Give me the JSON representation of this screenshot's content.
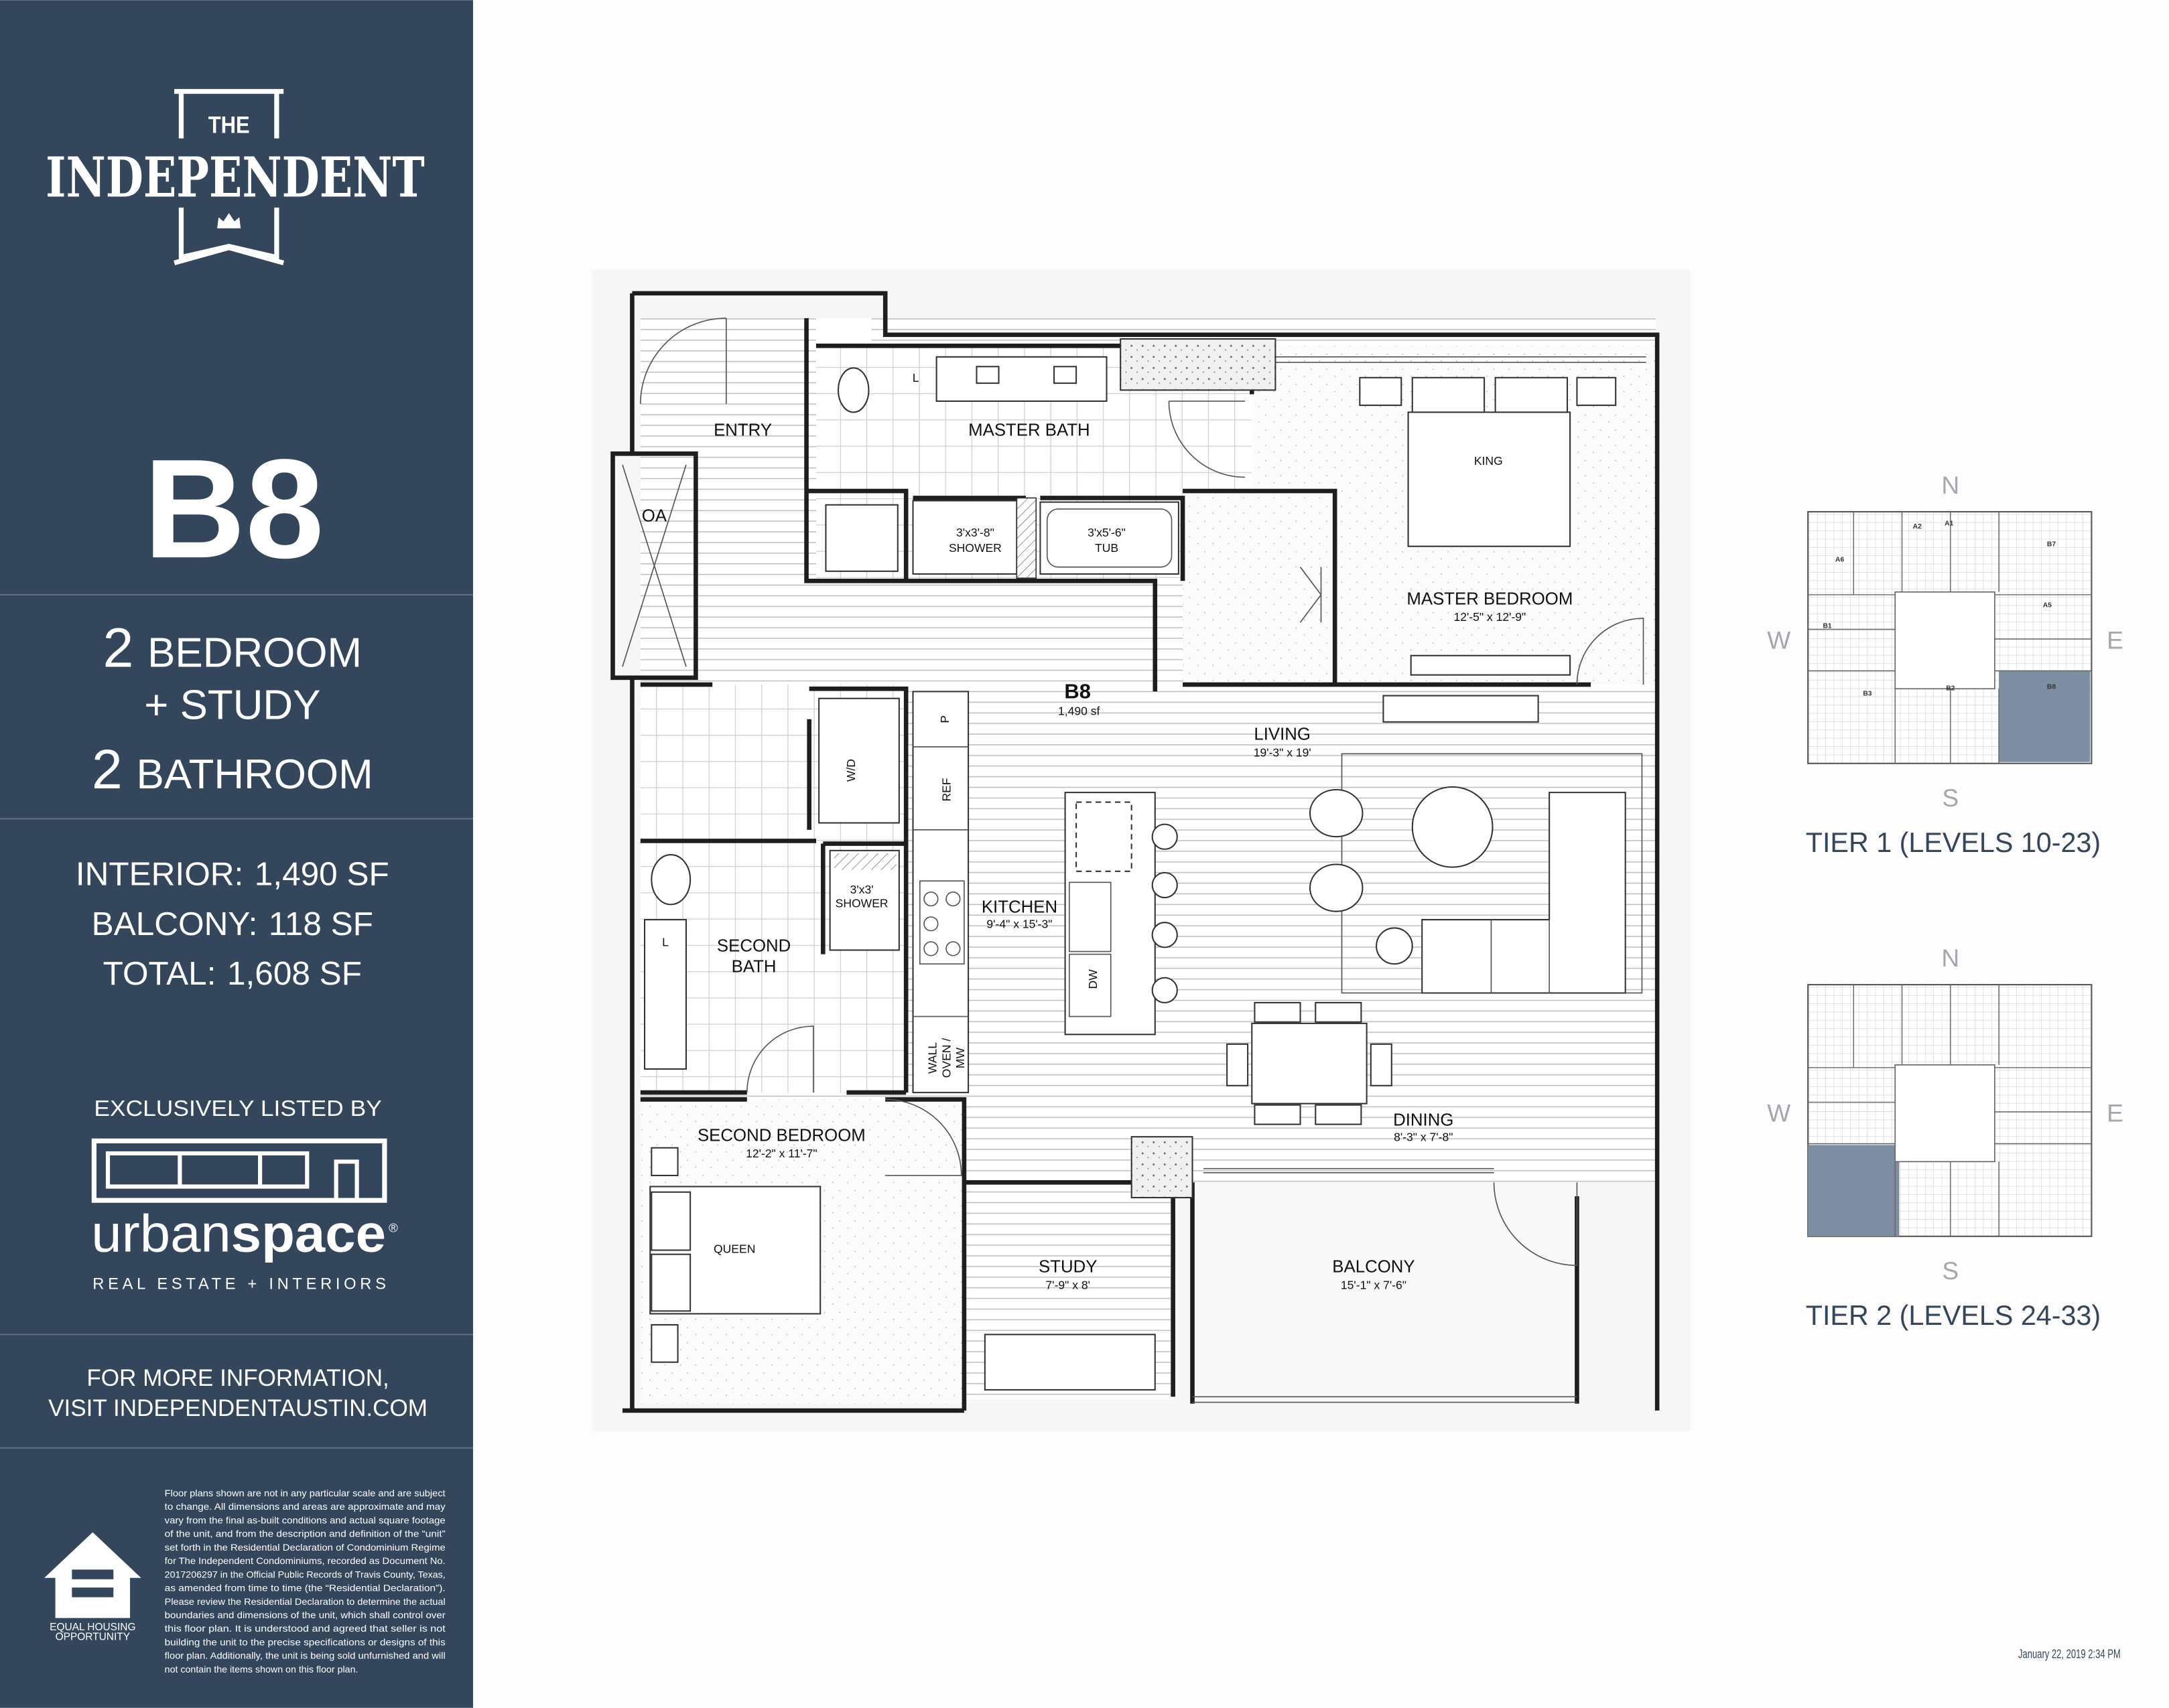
{
  "colors": {
    "sidebar": "#33465c",
    "highlight": "#7d8ea3",
    "compass": "#a4a8ad",
    "text_dark": "#33465c"
  },
  "logo": {
    "the": "THE",
    "name": "INDEPENDENT"
  },
  "sidebar": {
    "unit_name": "B8",
    "bed_num": "2",
    "bed_word": "BEDROOM",
    "study": "+ STUDY",
    "bath_num": "2",
    "bath_word": "BATHROOM",
    "areas": [
      {
        "label": "INTERIOR:",
        "value": "1,490 SF"
      },
      {
        "label": "BALCONY:",
        "value": "118 SF"
      },
      {
        "label": "TOTAL:",
        "value": "1,608 SF"
      }
    ],
    "listed_by": "EXCLUSIVELY LISTED BY",
    "broker": {
      "word1": "urban",
      "word2": "space",
      "mark": "®",
      "tagline": "REAL ESTATE + INTERIORS"
    },
    "info_line1": "FOR MORE INFORMATION,",
    "info_line2": "VISIT INDEPENDENTAUSTIN.COM",
    "eho": {
      "line1": "EQUAL HOUSING",
      "line2": "OPPORTUNITY"
    },
    "disclaimer": [
      "Floor plans shown are not in any particular scale and are subject",
      "to change.  All dimensions and areas are approximate and may",
      "vary from the final as-built conditions and actual square footage",
      "of the unit, and from the description and definition of the “unit”",
      "set forth in the Residential Declaration of Condominium Regime",
      "for The Independent Condominiums, recorded as Document No.",
      "2017206297 in the Official Public Records of Travis County, Texas,",
      "as amended from time to time (the “Residential Declaration”).",
      "Please review the Residential Declaration to determine the actual",
      "boundaries and dimensions of the unit, which shall control over",
      "this floor plan.  It is understood and agreed that seller is not",
      "building the unit to the precise specifications or designs of this",
      "floor plan.  Additionally, the unit is being sold unfurnished and will",
      "not contain the items shown on this floor plan."
    ]
  },
  "plan": {
    "unit": "B8",
    "unit_area": "1,490 sf",
    "entry": "ENTRY",
    "oa": "OA",
    "master_bath": "MASTER BATH",
    "lav1": "L",
    "shower1": {
      "dim": "3'x3'-8\"",
      "name": "SHOWER"
    },
    "tub": {
      "dim": "3'x5'-6\"",
      "name": "TUB"
    },
    "king": "KING",
    "master_bedroom": {
      "name": "MASTER BEDROOM",
      "dim": "12'-5\" x 12'-9\""
    },
    "living": {
      "name": "LIVING",
      "dim": "19'-3\" x 19'"
    },
    "pantry": "P",
    "ref": "REF",
    "wd": "W/D",
    "shower2": {
      "dim": "3'x3'",
      "name": "SHOWER"
    },
    "second_bath": {
      "line1": "SECOND",
      "line2": "BATH"
    },
    "lav2": "L",
    "kitchen": {
      "name": "KITCHEN",
      "dim": "9'-4\" x 15'-3\""
    },
    "dw": "DW",
    "wall_oven": {
      "line1": "WALL",
      "line2": "OVEN /",
      "line3": "MW"
    },
    "dining": {
      "name": "DINING",
      "dim": "8'-3\" x 7'-8\""
    },
    "second_bedroom": {
      "name": "SECOND BEDROOM",
      "dim": "12'-2\" x 11'-7\""
    },
    "queen": "QUEEN",
    "study": {
      "name": "STUDY",
      "dim": "7'-9\" x 8'"
    },
    "balcony": {
      "name": "BALCONY",
      "dim": "15'-1\" x 7'-6\""
    }
  },
  "key_maps": [
    {
      "title": "TIER 1 (LEVELS 10-23)",
      "compass": {
        "n": "N",
        "s": "S",
        "w": "W",
        "e": "E"
      },
      "highlight": "south-east",
      "units": [
        "A6",
        "A2",
        "A1",
        "B7",
        "A5",
        "B1",
        "B3",
        "B2",
        "B8"
      ]
    },
    {
      "title": "TIER 2 (LEVELS 24-33)",
      "compass": {
        "n": "N",
        "s": "S",
        "w": "W",
        "e": "E"
      },
      "highlight": "south-west"
    }
  ],
  "timestamp": "January 22, 2019 2:34 PM"
}
